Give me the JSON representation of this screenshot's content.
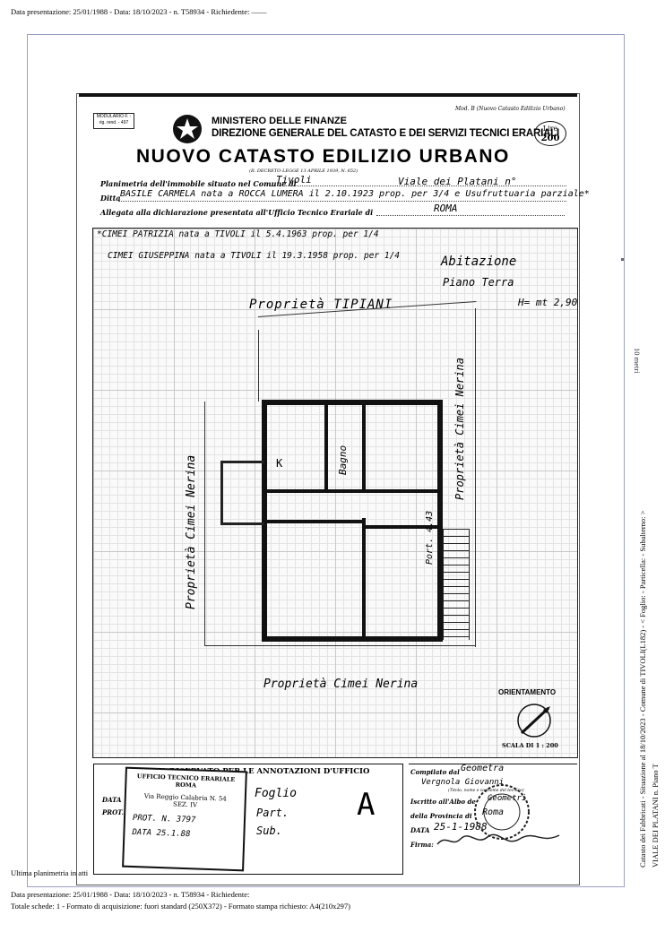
{
  "header": {
    "line": "Data presentazione: 25/01/1988 - Data: 18/10/2023 - n. T58934 - Richiedente: ——"
  },
  "footer": {
    "ultima": "Ultima planimetria in atti",
    "line1": "Data presentazione: 25/01/1988 - Data: 18/10/2023 - n. T58934 - Richiedente:",
    "line2": "Totale schede: 1 - Formato di acquisizione: fuori standard (250X372) - Formato stampa richiesto: A4(210x297)"
  },
  "side": {
    "scale": "10 metri",
    "cat1": "Catasto dei Fabbricati - Situazione al 18/10/2023 - Comune di TIVOLI(L182) - < Foglio: - Particella: - Subalterno: >",
    "cat2": "VIALE DEI PLATANI n.    Piano T"
  },
  "form": {
    "modulario": "MODULARIO F. - rig. rend. - 497",
    "ministero": "MINISTERO DELLE FINANZE",
    "direzione": "DIREZIONE GENERALE DEL CATASTO E DEI SERVIZI TECNICI ERARIALI",
    "mod": "Mod. B (Nuovo Catasto Edilizio Urbano)",
    "lire": "Lire",
    "lire_value": "200",
    "title": "NUOVO CATASTO EDILIZIO URBANO",
    "decreto": "(R. DECRETO-LEGGE 13 APRILE 1939, N. 652)",
    "planimetria_label": "Planimetria dell'immobile situato nel Comune di",
    "comune": "Tivoli",
    "via": "Viale dei Platani n°",
    "ditta_label": "Ditta",
    "ditta": "BASILE CARMELA nata a ROCCA LUMERA il 2.10.1923 prop. per 3/4 e Usufruttuaria parziale*",
    "allegata_label": "Allegata alla dichiarazione presentata all'Ufficio Tecnico Erariale di",
    "allegata_value": "ROMA"
  },
  "plan": {
    "owner1": "*CIMEI PATRIZIA nata a TIVOLI il 5.4.1963 prop. per 1/4",
    "owner2": "CIMEI GIUSEPPINA nata a TIVOLI il 19.3.1958 prop. per 1/4",
    "abitazione": "Abitazione",
    "piano": "Piano Terra",
    "height": "H= mt 2,90",
    "prop_top": "Proprietà TIPIANI",
    "prop_right": "Proprietà Cimei Nerina",
    "prop_left": "Proprietà Cimei Nerina",
    "prop_bottom": "Proprietà Cimei Nerina",
    "bagno": "Bagno",
    "k": "K",
    "port": "Port. 4.43",
    "orientamento": "ORIENTAMENTO",
    "scala": "SCALA DI 1 : 200"
  },
  "office": {
    "spazio": "SPAZIO RISERVATO PER LE ANNOTAZIONI D'UFFICIO",
    "data_label": "DATA",
    "prot_label": "PROT. N°",
    "stamp1": "UFFICIO TECNICO ERARIALE ROMA",
    "stamp2": "Via Reggio Calabria N. 54",
    "stamp3": "SEZ. IV",
    "prot_n": "PROT. N. 3797",
    "data_val": "DATA 25.1.88",
    "foglio": "Foglio",
    "part": "Part.",
    "sub": "Sub.",
    "letter": "A"
  },
  "compilato": {
    "compilato_label": "Compilato dal",
    "compilato_val": "Geometra",
    "nome": "Vergnola Giovanni",
    "sub_label": "(Titolo, nome e cognome del tecnico)",
    "iscritto_label": "Iscritto all'Albo de",
    "iscritto_val": "Geometri",
    "provincia_label": "della Provincia di",
    "provincia_val": "Roma",
    "data_label": "DATA",
    "data_val": "25-1-1988",
    "firma_label": "Firma:"
  }
}
